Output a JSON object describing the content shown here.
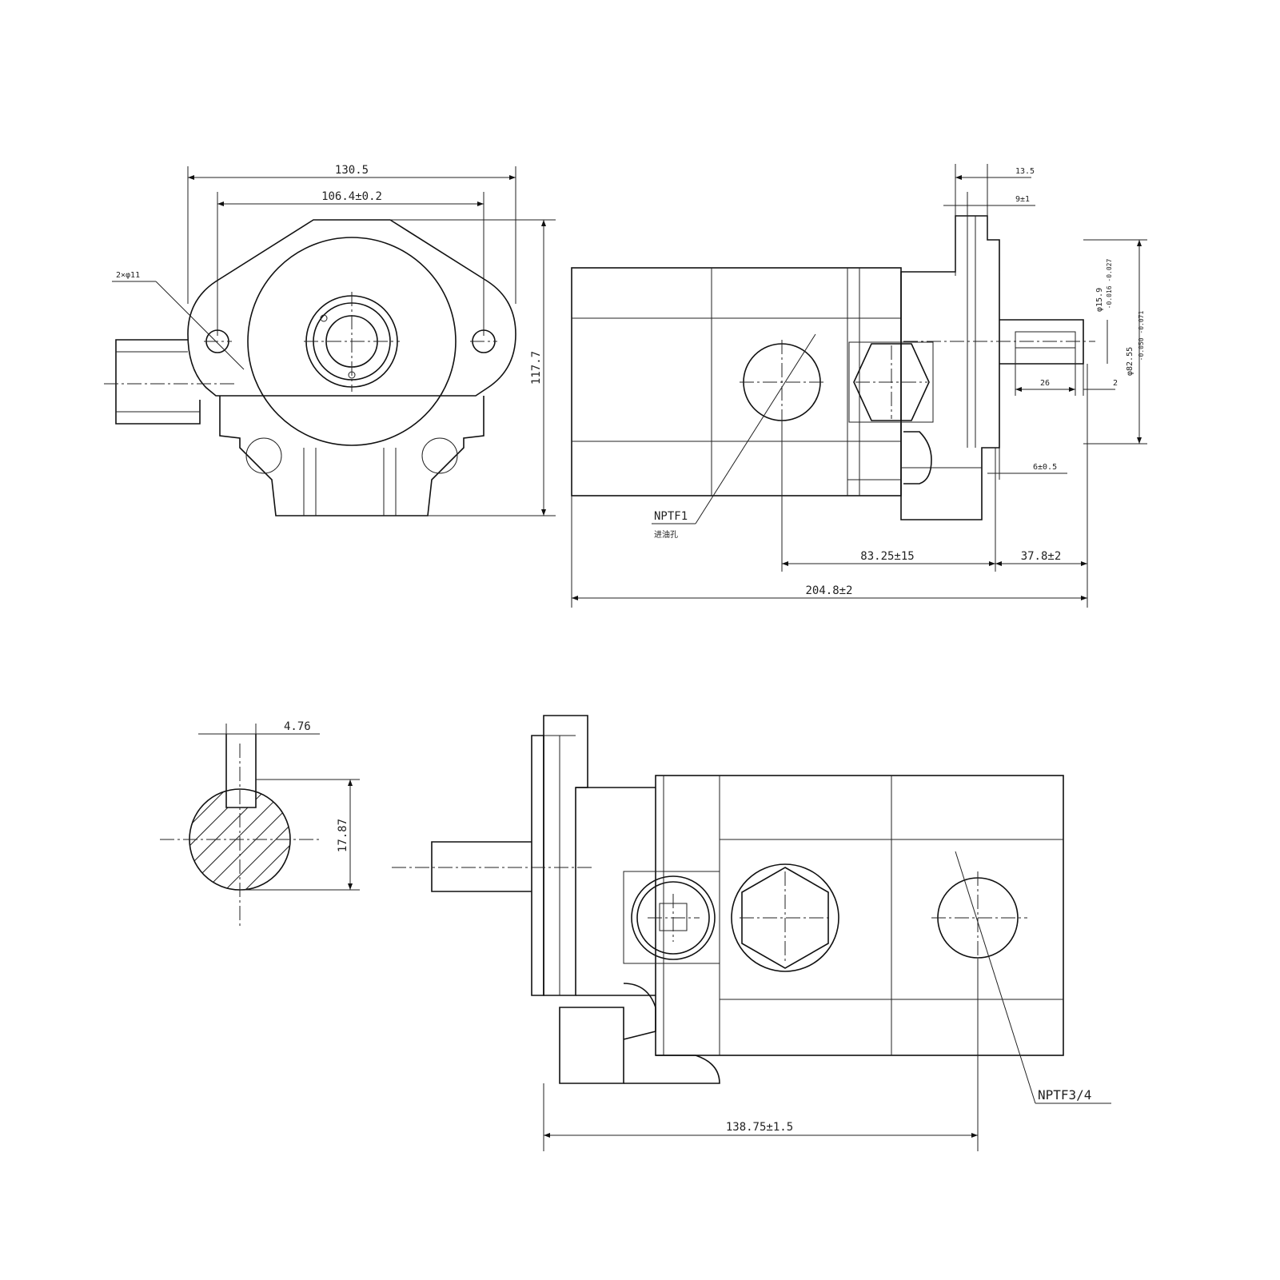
{
  "front_view": {
    "dim_overall_width": "130.5",
    "dim_hole_spacing": "106.4±0.2",
    "dim_holes": "2×φ11",
    "dim_height": "117.7"
  },
  "side_view": {
    "dim_13_5": "13.5",
    "dim_9": "9±1",
    "dim_shaft_dia": "φ15.9",
    "dim_shaft_tol": "-0.016 -0.027",
    "dim_pilot_dia": "φ82.55",
    "dim_pilot_tol": "-0.050 -0.071",
    "dim_26": "26",
    "dim_2": "2",
    "dim_6": "6±0.5",
    "port_label": "NPTF1",
    "port_note": "进油孔",
    "dim_83": "83.25±15",
    "dim_37": "37.8±2",
    "dim_overall": "204.8±2"
  },
  "key_section": {
    "dim_key_width": "4.76",
    "dim_key_height": "17.87"
  },
  "bottom_view": {
    "port_label": "NPTF3/4",
    "dim_length": "138.75±1.5"
  }
}
